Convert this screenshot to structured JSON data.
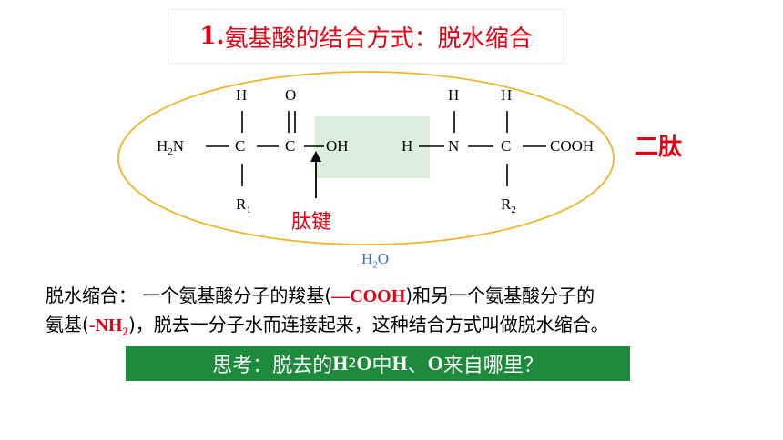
{
  "title": {
    "number": "1.",
    "text": "氨基酸的结合方式：脱水缩合"
  },
  "diagram": {
    "left_amino_acid": {
      "h_top": "H",
      "o_top": "O",
      "h2n_h": "H",
      "h2n_sub": "2",
      "h2n_n": "N",
      "c_alpha": "C",
      "c_carboxyl": "C",
      "oh": "OH",
      "r": "R",
      "r_sub": "1"
    },
    "right_amino_acid": {
      "h_on_n": "H",
      "h_top_n": "H",
      "h_top_c": "H",
      "n": "N",
      "c_alpha": "C",
      "cooh": "COOH",
      "r": "R",
      "r_sub": "2"
    },
    "dipeptide_label": "二肽",
    "peptide_bond_label": "肽键",
    "water": {
      "h": "H",
      "sub": "2",
      "o": "O"
    },
    "colors": {
      "ellipse": "#f0b429",
      "highlight": "#dcefdc",
      "accent_red": "#e60012",
      "water_blue": "#3a6fc4"
    }
  },
  "explanation": {
    "line1_prefix": "脱水缩合： 一个氨基酸分子的羧基(",
    "line1_group": "—COOH",
    "line1_suffix": ")和另一个氨基酸分子的",
    "line2_prefix": "氨基(",
    "line2_group": "-NH",
    "line2_group_sub": "2",
    "line2_suffix": ")，脱去一分子水而连接起来，这种结合方式叫做脱水缩合。"
  },
  "question": {
    "prefix": "思考：脱去的",
    "h": "H",
    "sub": "2",
    "o": "O",
    "middle": "中",
    "h2": "H",
    "sep": "、",
    "o2": "O",
    "suffix": "来自哪里？",
    "bg": "#1e8a3c"
  }
}
